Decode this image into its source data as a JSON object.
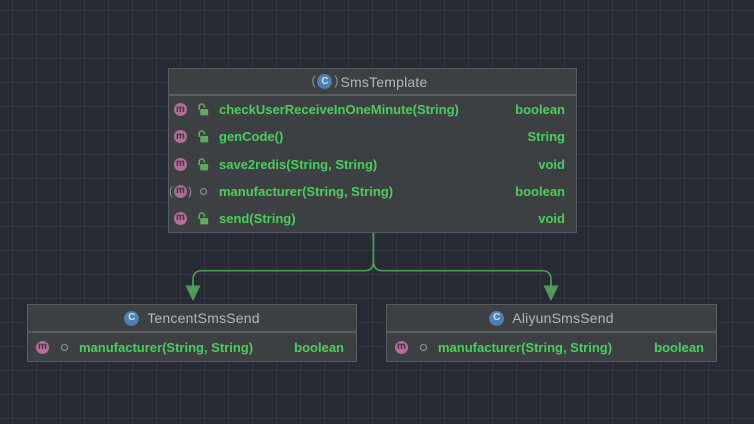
{
  "colors": {
    "background": "#272b36",
    "grid_line": "#313644",
    "node_fill": "#3c4043",
    "node_border": "#5b5e61",
    "member_text_green": "#4bd05f",
    "title_text": "#b5b9be",
    "edge_green": "#4f9b58",
    "method_icon_pink": "#b96b9e",
    "class_icon_blue": "#4d80b3",
    "public_lock_green": "#61ab60"
  },
  "icons": {
    "method_letter": "m",
    "class_letter": "C",
    "paren_open": "(",
    "paren_close": ")"
  },
  "classes": [
    {
      "name": "SmsTemplate",
      "kind": "abstract class",
      "members": [
        {
          "name": "checkUserReceiveInOneMinute(String)",
          "type": "boolean",
          "visibility": "public",
          "modifier": ""
        },
        {
          "name": "genCode()",
          "type": "String",
          "visibility": "public",
          "modifier": ""
        },
        {
          "name": "save2redis(String, String)",
          "type": "void",
          "visibility": "public",
          "modifier": ""
        },
        {
          "name": "manufacturer(String, String)",
          "type": "boolean",
          "visibility": "package-private",
          "modifier": "abstract"
        },
        {
          "name": "send(String)",
          "type": "void",
          "visibility": "public",
          "modifier": ""
        }
      ]
    },
    {
      "name": "TencentSmsSend",
      "kind": "class",
      "members": [
        {
          "name": "manufacturer(String, String)",
          "type": "boolean",
          "visibility": "package-private",
          "modifier": ""
        }
      ]
    },
    {
      "name": "AliyunSmsSend",
      "kind": "class",
      "members": [
        {
          "name": "manufacturer(String, String)",
          "type": "boolean",
          "visibility": "package-private",
          "modifier": ""
        }
      ]
    }
  ],
  "edges": [
    {
      "from": "SmsTemplate",
      "to": "TencentSmsSend",
      "type": "inheritance-arrow"
    },
    {
      "from": "SmsTemplate",
      "to": "AliyunSmsSend",
      "type": "inheritance-arrow"
    }
  ]
}
